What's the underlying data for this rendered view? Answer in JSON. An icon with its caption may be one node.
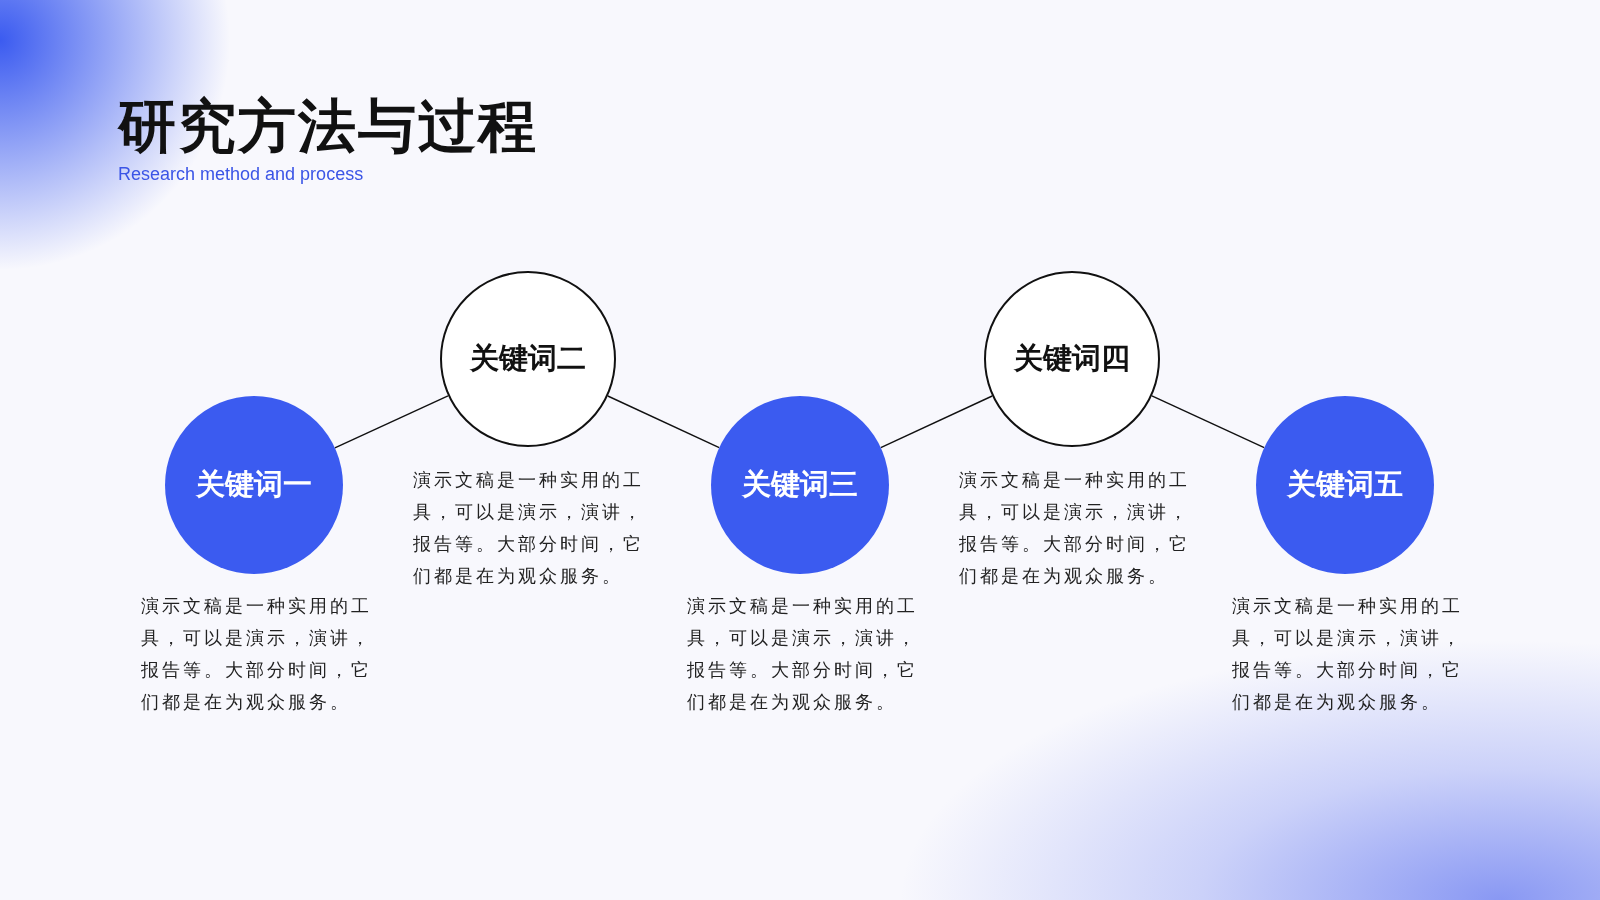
{
  "diagram": {
    "title": "研究方法与过程",
    "caption": "Research method and process",
    "nodes": [
      {
        "text": [
          "关键词一"
        ],
        "beside": [
          "演示文稿是一种实用的工具，可以是演示，演讲，报告等。大部分时间，它们都是在为观众服务。"
        ]
      },
      {
        "text": [
          "关键词二"
        ],
        "beside": [
          "演示文稿是一种实用的工具，可以是演示，演讲，报告等。大部分时间，它们都是在为观众服务。"
        ]
      },
      {
        "text": [
          "关键词三"
        ],
        "beside": [
          "演示文稿是一种实用的工具，可以是演示，演讲，报告等。大部分时间，它们都是在为观众服务。"
        ]
      },
      {
        "text": [
          "关键词四"
        ],
        "beside": [
          "演示文稿是一种实用的工具，可以是演示，演讲，报告等。大部分时间，它们都是在为观众服务。"
        ]
      },
      {
        "text": [
          "关键词五"
        ],
        "beside": [
          "演示文稿是一种实用的工具，可以是演示，演讲，报告等。大部分时间，它们都是在为观众服务。"
        ]
      }
    ],
    "edges": [
      {
        "from": 0,
        "to": 1,
        "arrow": "none"
      },
      {
        "from": 1,
        "to": 2,
        "arrow": "none"
      },
      {
        "from": 2,
        "to": 3,
        "arrow": "none"
      },
      {
        "from": 3,
        "to": 4,
        "arrow": "none"
      }
    ]
  }
}
